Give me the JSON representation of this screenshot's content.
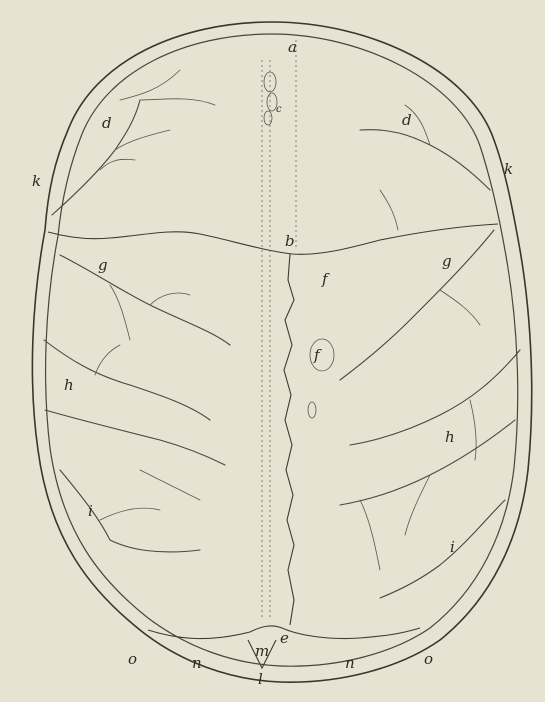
{
  "figure": {
    "labels": {
      "a": "a",
      "b": "b",
      "d_left": "d",
      "d_right": "d",
      "k_left": "k",
      "k_right": "k",
      "f1": "f",
      "f2": "f",
      "g_left": "g",
      "g_right": "g",
      "h_left": "h",
      "h_right": "h",
      "i_left": "i",
      "i_right": "i",
      "e": "e",
      "m": "m",
      "n_left": "n",
      "n_right": "n",
      "o_left": "o",
      "o_right": "o",
      "l": "l",
      "c": "c"
    }
  }
}
